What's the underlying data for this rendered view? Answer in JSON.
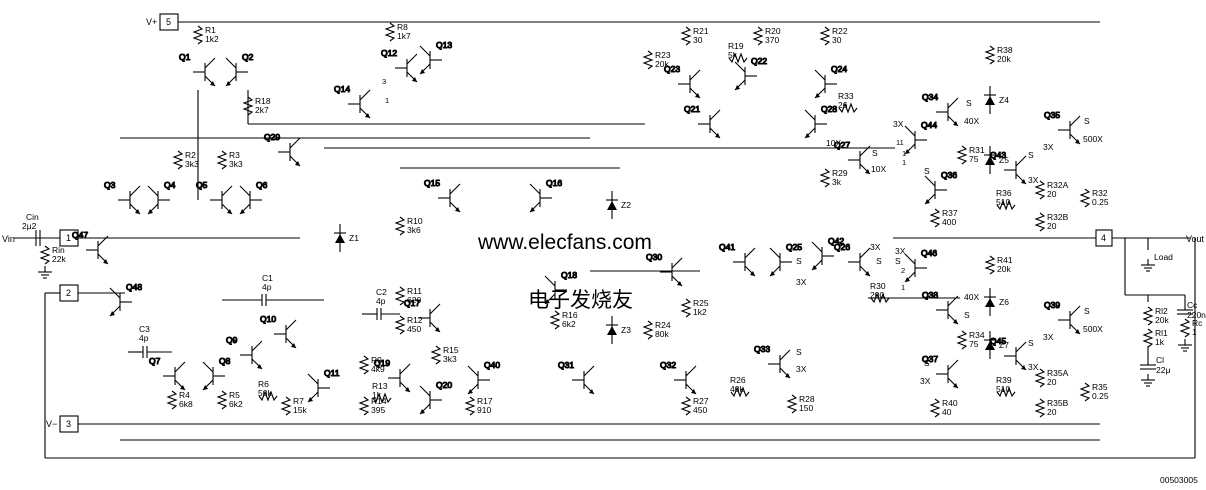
{
  "terminals": {
    "vplus_label": "V+",
    "vplus_pin": "5",
    "vin_label": "Vin",
    "vin_pin": "1",
    "pin2": "2",
    "vminus_label": "V−",
    "vminus_pin": "3",
    "vout_label": "Vout",
    "vout_pin": "4"
  },
  "transistors": {
    "q1": "Q1",
    "q2": "Q2",
    "q3": "Q3",
    "q4": "Q4",
    "q5": "Q5",
    "q6": "Q6",
    "q7": "Q7",
    "q8": "Q8",
    "q9": "Q9",
    "q10": "Q10",
    "q11": "Q11",
    "q12": "Q12",
    "q13": "Q13",
    "q14": "Q14",
    "q15": "Q15",
    "q16": "Q16",
    "q17": "Q17",
    "q18": "Q18",
    "q19": "Q19",
    "q20": "Q20",
    "q21": "Q21",
    "q22": "Q22",
    "q23": "Q23",
    "q24": "Q24",
    "q25": "Q25",
    "q26": "Q26",
    "q27": "Q27",
    "q28": "Q28",
    "q29": "Q29",
    "q30": "Q30",
    "q31": "Q31",
    "q32": "Q32",
    "q33": "Q33",
    "q34": "Q34",
    "q35": "Q35",
    "q36": "Q36",
    "q37": "Q37",
    "q38": "Q38",
    "q39": "Q39",
    "q40": "Q40",
    "q41": "Q41",
    "q42": "Q42",
    "q43": "Q43",
    "q44": "Q44",
    "q45": "Q45",
    "q46": "Q46",
    "q47": "Q47",
    "q48": "Q48"
  },
  "transistor_notes": {
    "q12_emitter": "3",
    "q12_base": "1",
    "q25_ratio": "3X",
    "q25_s": "S",
    "q26_ratio": "3X",
    "q26_s": "S",
    "q27_ratio": "10X",
    "q27_s": "S",
    "q28_ratio": "10X",
    "q33_ratio": "3X",
    "q33_s": "S",
    "q34_ratio": "40X",
    "q34_s": "S",
    "q35_ratio": "500X",
    "q35_s": "S",
    "q35_3x": "3X",
    "q36_s": "S",
    "q37_ratio": "3X",
    "q37_s": "S",
    "q38_ratio": "40X",
    "q38_s": "S",
    "q39_ratio": "500X",
    "q39_s": "S",
    "q39_3x": "3X",
    "q43_ratio": "3X",
    "q43_s": "S",
    "q44_ratio": "3X",
    "q44_pin1": "1",
    "q44_pin2": "1",
    "q44_11": "11",
    "q45_ratio": "3X",
    "q45_s": "S",
    "q46_ratio": "3X",
    "q46_s": "S",
    "q46_pin2": "2",
    "q46_pin1": "1"
  },
  "resistors": [
    {
      "name": "R1",
      "value": "1k2"
    },
    {
      "name": "R2",
      "value": "3k3"
    },
    {
      "name": "R3",
      "value": "3k3"
    },
    {
      "name": "R4",
      "value": "6k8"
    },
    {
      "name": "R5",
      "value": "6k2"
    },
    {
      "name": "R6",
      "value": "50k"
    },
    {
      "name": "R7",
      "value": "15k"
    },
    {
      "name": "R8",
      "value": "1k7"
    },
    {
      "name": "R9",
      "value": "4k9"
    },
    {
      "name": "R10",
      "value": "3k6"
    },
    {
      "name": "R11",
      "value": "620"
    },
    {
      "name": "R12",
      "value": "450"
    },
    {
      "name": "R13",
      "value": "1k"
    },
    {
      "name": "R14",
      "value": "395"
    },
    {
      "name": "R15",
      "value": "3k3"
    },
    {
      "name": "R16",
      "value": "6k2"
    },
    {
      "name": "R17",
      "value": "910"
    },
    {
      "name": "R18",
      "value": "2k7"
    },
    {
      "name": "R19",
      "value": "5k"
    },
    {
      "name": "R20",
      "value": "370"
    },
    {
      "name": "R21",
      "value": "30"
    },
    {
      "name": "R22",
      "value": "30"
    },
    {
      "name": "R23",
      "value": "20k"
    },
    {
      "name": "R24",
      "value": "80k"
    },
    {
      "name": "R25",
      "value": "1k2"
    },
    {
      "name": "R26",
      "value": "40k"
    },
    {
      "name": "R27",
      "value": "450"
    },
    {
      "name": "R28",
      "value": "150"
    },
    {
      "name": "R29",
      "value": "3k"
    },
    {
      "name": "R30",
      "value": "200"
    },
    {
      "name": "R31",
      "value": "75"
    },
    {
      "name": "R32",
      "value": "0.25"
    },
    {
      "name": "R32A",
      "value": "20"
    },
    {
      "name": "R32B",
      "value": "20"
    },
    {
      "name": "R33",
      "value": "26"
    },
    {
      "name": "R34",
      "value": "75"
    },
    {
      "name": "R35",
      "value": "0.25"
    },
    {
      "name": "R35A",
      "value": "20"
    },
    {
      "name": "R35B",
      "value": "20"
    },
    {
      "name": "R36",
      "value": "510"
    },
    {
      "name": "R37",
      "value": "400"
    },
    {
      "name": "R38",
      "value": "20k"
    },
    {
      "name": "R39",
      "value": "510"
    },
    {
      "name": "R40",
      "value": "40"
    },
    {
      "name": "R41",
      "value": "20k"
    },
    {
      "name": "Rin",
      "value": "22k"
    },
    {
      "name": "Rl2",
      "value": "20k"
    },
    {
      "name": "Rl1",
      "value": "1k"
    },
    {
      "name": "Rc",
      "value": "1"
    }
  ],
  "capacitors": [
    {
      "name": "Cin",
      "value": "2μ2"
    },
    {
      "name": "C1",
      "value": "4p"
    },
    {
      "name": "C2",
      "value": "4p"
    },
    {
      "name": "C3",
      "value": "4p"
    },
    {
      "name": "Cl",
      "value": "22μ"
    },
    {
      "name": "Cc",
      "value": "220n"
    }
  ],
  "diodes": {
    "z1": "Z1",
    "z2": "Z2",
    "z3": "Z3",
    "z4": "Z4",
    "z5": "Z5",
    "z6": "Z6",
    "z7": "Z7"
  },
  "load_label": "Load",
  "watermark": {
    "url": "www.elecfans.com",
    "cn": "电子发烧友"
  },
  "figure_id": "00503005",
  "colors": {
    "ink": "#000000",
    "watermark": "#1515c0",
    "background": "#ffffff"
  }
}
